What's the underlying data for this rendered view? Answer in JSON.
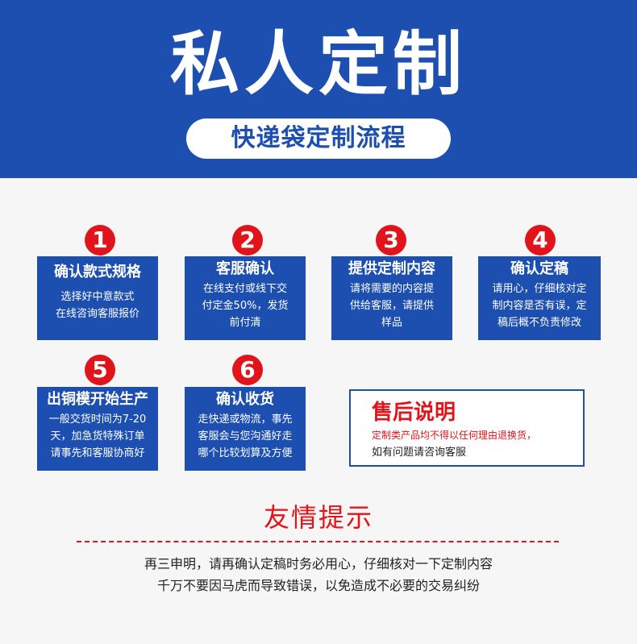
{
  "header": {
    "title": "私人定制",
    "subtitle": "快递袋定制流程"
  },
  "colors": {
    "brand_blue": "#1c4fb0",
    "accent_red": "#e0141a",
    "background": "#f6f6f6"
  },
  "steps": [
    {
      "number": "1",
      "title": "确认款式规格",
      "lines": [
        "选择好中意款式",
        "在线咨询客服报价"
      ]
    },
    {
      "number": "2",
      "title": "客服确认",
      "lines": [
        "在线支付或线下交",
        "付定金50%，发货",
        "前付清"
      ]
    },
    {
      "number": "3",
      "title": "提供定制内容",
      "lines": [
        "请将需要的内容提",
        "供给客服，请提供",
        "样品"
      ]
    },
    {
      "number": "4",
      "title": "确认定稿",
      "lines": [
        "请用心，仔细核对定",
        "制内容是否有误，定",
        "稿后概不负责修改"
      ]
    },
    {
      "number": "5",
      "title": "出铜模开始生产",
      "lines": [
        "一般交货时间为7-20",
        "天，加急货特殊订单",
        "请事先和客服协商好"
      ]
    },
    {
      "number": "6",
      "title": "确认收货",
      "lines": [
        "走快递或物流，事先",
        "客服会与您沟通好走",
        "哪个比较划算及方便"
      ]
    }
  ],
  "after_sales": {
    "heading": "售后说明",
    "line1": "定制类产品均不得以任何理由退换货，",
    "line2": "如有问题请咨询客服"
  },
  "tips": {
    "heading": "友情提示",
    "line1": "再三申明，请再确认定稿时务必用心，仔细核对一下定制内容",
    "line2": "千万不要因马虎而导致错误，以免造成不必要的交易纠纷"
  }
}
